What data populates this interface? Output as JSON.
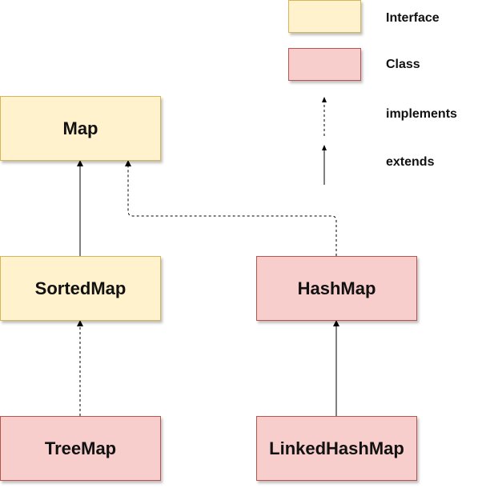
{
  "legend": {
    "interface_label": "Interface",
    "class_label": "Class",
    "implements_label": "implements",
    "extends_label": "extends"
  },
  "nodes": {
    "map": "Map",
    "sorted_map": "SortedMap",
    "hash_map": "HashMap",
    "tree_map": "TreeMap",
    "linked_hash_map": "LinkedHashMap"
  },
  "colors": {
    "interface_fill": "#fff2cc",
    "interface_border": "#d6b656",
    "class_fill": "#f8cecc",
    "class_border": "#b85450"
  },
  "icons": {
    "implements": "dashed-arrow-icon",
    "extends": "solid-arrow-icon"
  }
}
